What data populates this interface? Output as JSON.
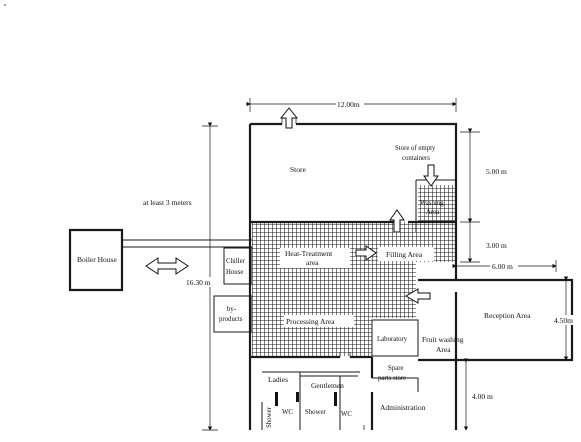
{
  "labels": {
    "store": "Store",
    "store_empty_line1": "Store of empty",
    "store_empty_line2": "containers",
    "washing_line1": "Washing",
    "washing_line2": "Area",
    "heat_treatment_line1": "Heat-Treatment",
    "heat_treatment_line2": "area",
    "filling_area": "Filling Area",
    "chiller_line1": "Chiller",
    "chiller_line2": "House",
    "byproducts_line1": "by-",
    "byproducts_line2": "products",
    "processing_area": "Processing Area",
    "laboratory": "Laboratory",
    "reception_area": "Reception Area",
    "fruit_washing_line1": "Fruit washing",
    "fruit_washing_line2": "Area",
    "spare_parts_line1": "Spare",
    "spare_parts_line2": "parts store",
    "administration": "Administration",
    "ladies": "Ladies",
    "gentlemen": "Gentlemen",
    "shower": "Shower",
    "wc": "WC",
    "boiler_house": "Boiler House",
    "at_least": "at least 3 meters"
  },
  "dimensions": {
    "width_top": "12.00m",
    "h_store": "5.00 m",
    "h_filling": "3.00 m",
    "w_reception": "6.00 m",
    "h_reception": "4.50m",
    "h_admin": "4.00 m",
    "total_height": "16.30 m"
  }
}
